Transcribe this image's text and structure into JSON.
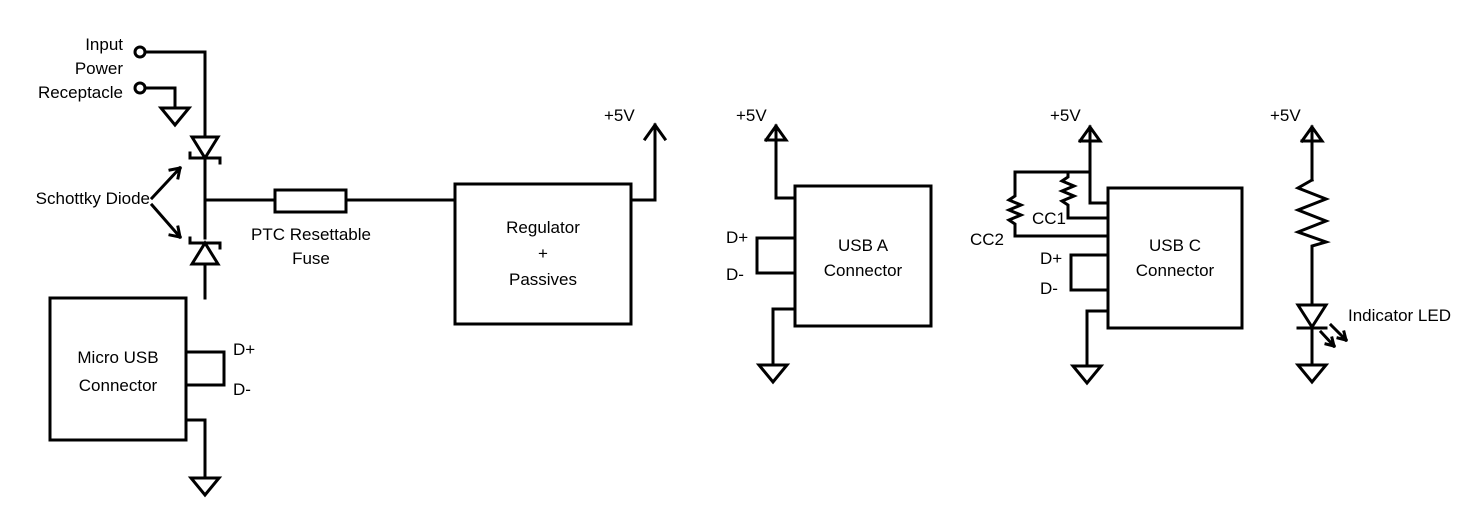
{
  "input": {
    "line1": "Input",
    "line2": "Power",
    "line3": "Receptacle"
  },
  "schottky_label": "Schottky Diode",
  "fuse": {
    "line1": "PTC Resettable",
    "line2": "Fuse"
  },
  "micro_usb": {
    "line1": "Micro USB",
    "line2": "Connector",
    "dplus": "D+",
    "dminus": "D-"
  },
  "regulator": {
    "line1": "Regulator",
    "line2": "+",
    "line3": "Passives",
    "rail": "+5V"
  },
  "usb_a": {
    "rail": "+5V",
    "line1": "USB A",
    "line2": "Connector",
    "dplus": "D+",
    "dminus": "D-"
  },
  "usb_c": {
    "rail": "+5V",
    "line1": "USB  C",
    "line2": "Connector",
    "cc1": "CC1",
    "cc2": "CC2",
    "dplus": "D+",
    "dminus": "D-"
  },
  "led": {
    "rail": "+5V",
    "label": "Indicator LED"
  }
}
